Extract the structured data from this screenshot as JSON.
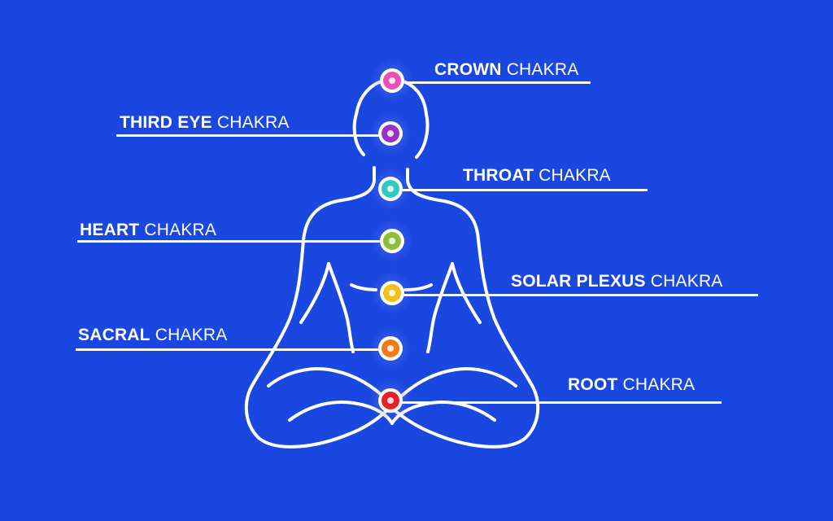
{
  "background": "#1a47e0",
  "line_color": "#ffffff",
  "chakras": [
    {
      "id": "crown",
      "bold": "CROWN",
      "rest": " CHAKRA",
      "color": "#e94fb4"
    },
    {
      "id": "third-eye",
      "bold": "THIRD EYE",
      "rest": " CHAKRA",
      "color": "#9b2fc7"
    },
    {
      "id": "throat",
      "bold": "THROAT",
      "rest": " CHAKRA",
      "color": "#2fc9c0"
    },
    {
      "id": "heart",
      "bold": "HEART",
      "rest": " CHAKRA",
      "color": "#8cbf3a"
    },
    {
      "id": "solar-plexus",
      "bold": "SOLAR PLEXUS",
      "rest": " CHAKRA",
      "color": "#f2c21a"
    },
    {
      "id": "sacral",
      "bold": "SACRAL",
      "rest": " CHAKRA",
      "color": "#f07b18"
    },
    {
      "id": "root",
      "bold": "ROOT",
      "rest": " CHAKRA",
      "color": "#e8202a"
    }
  ]
}
